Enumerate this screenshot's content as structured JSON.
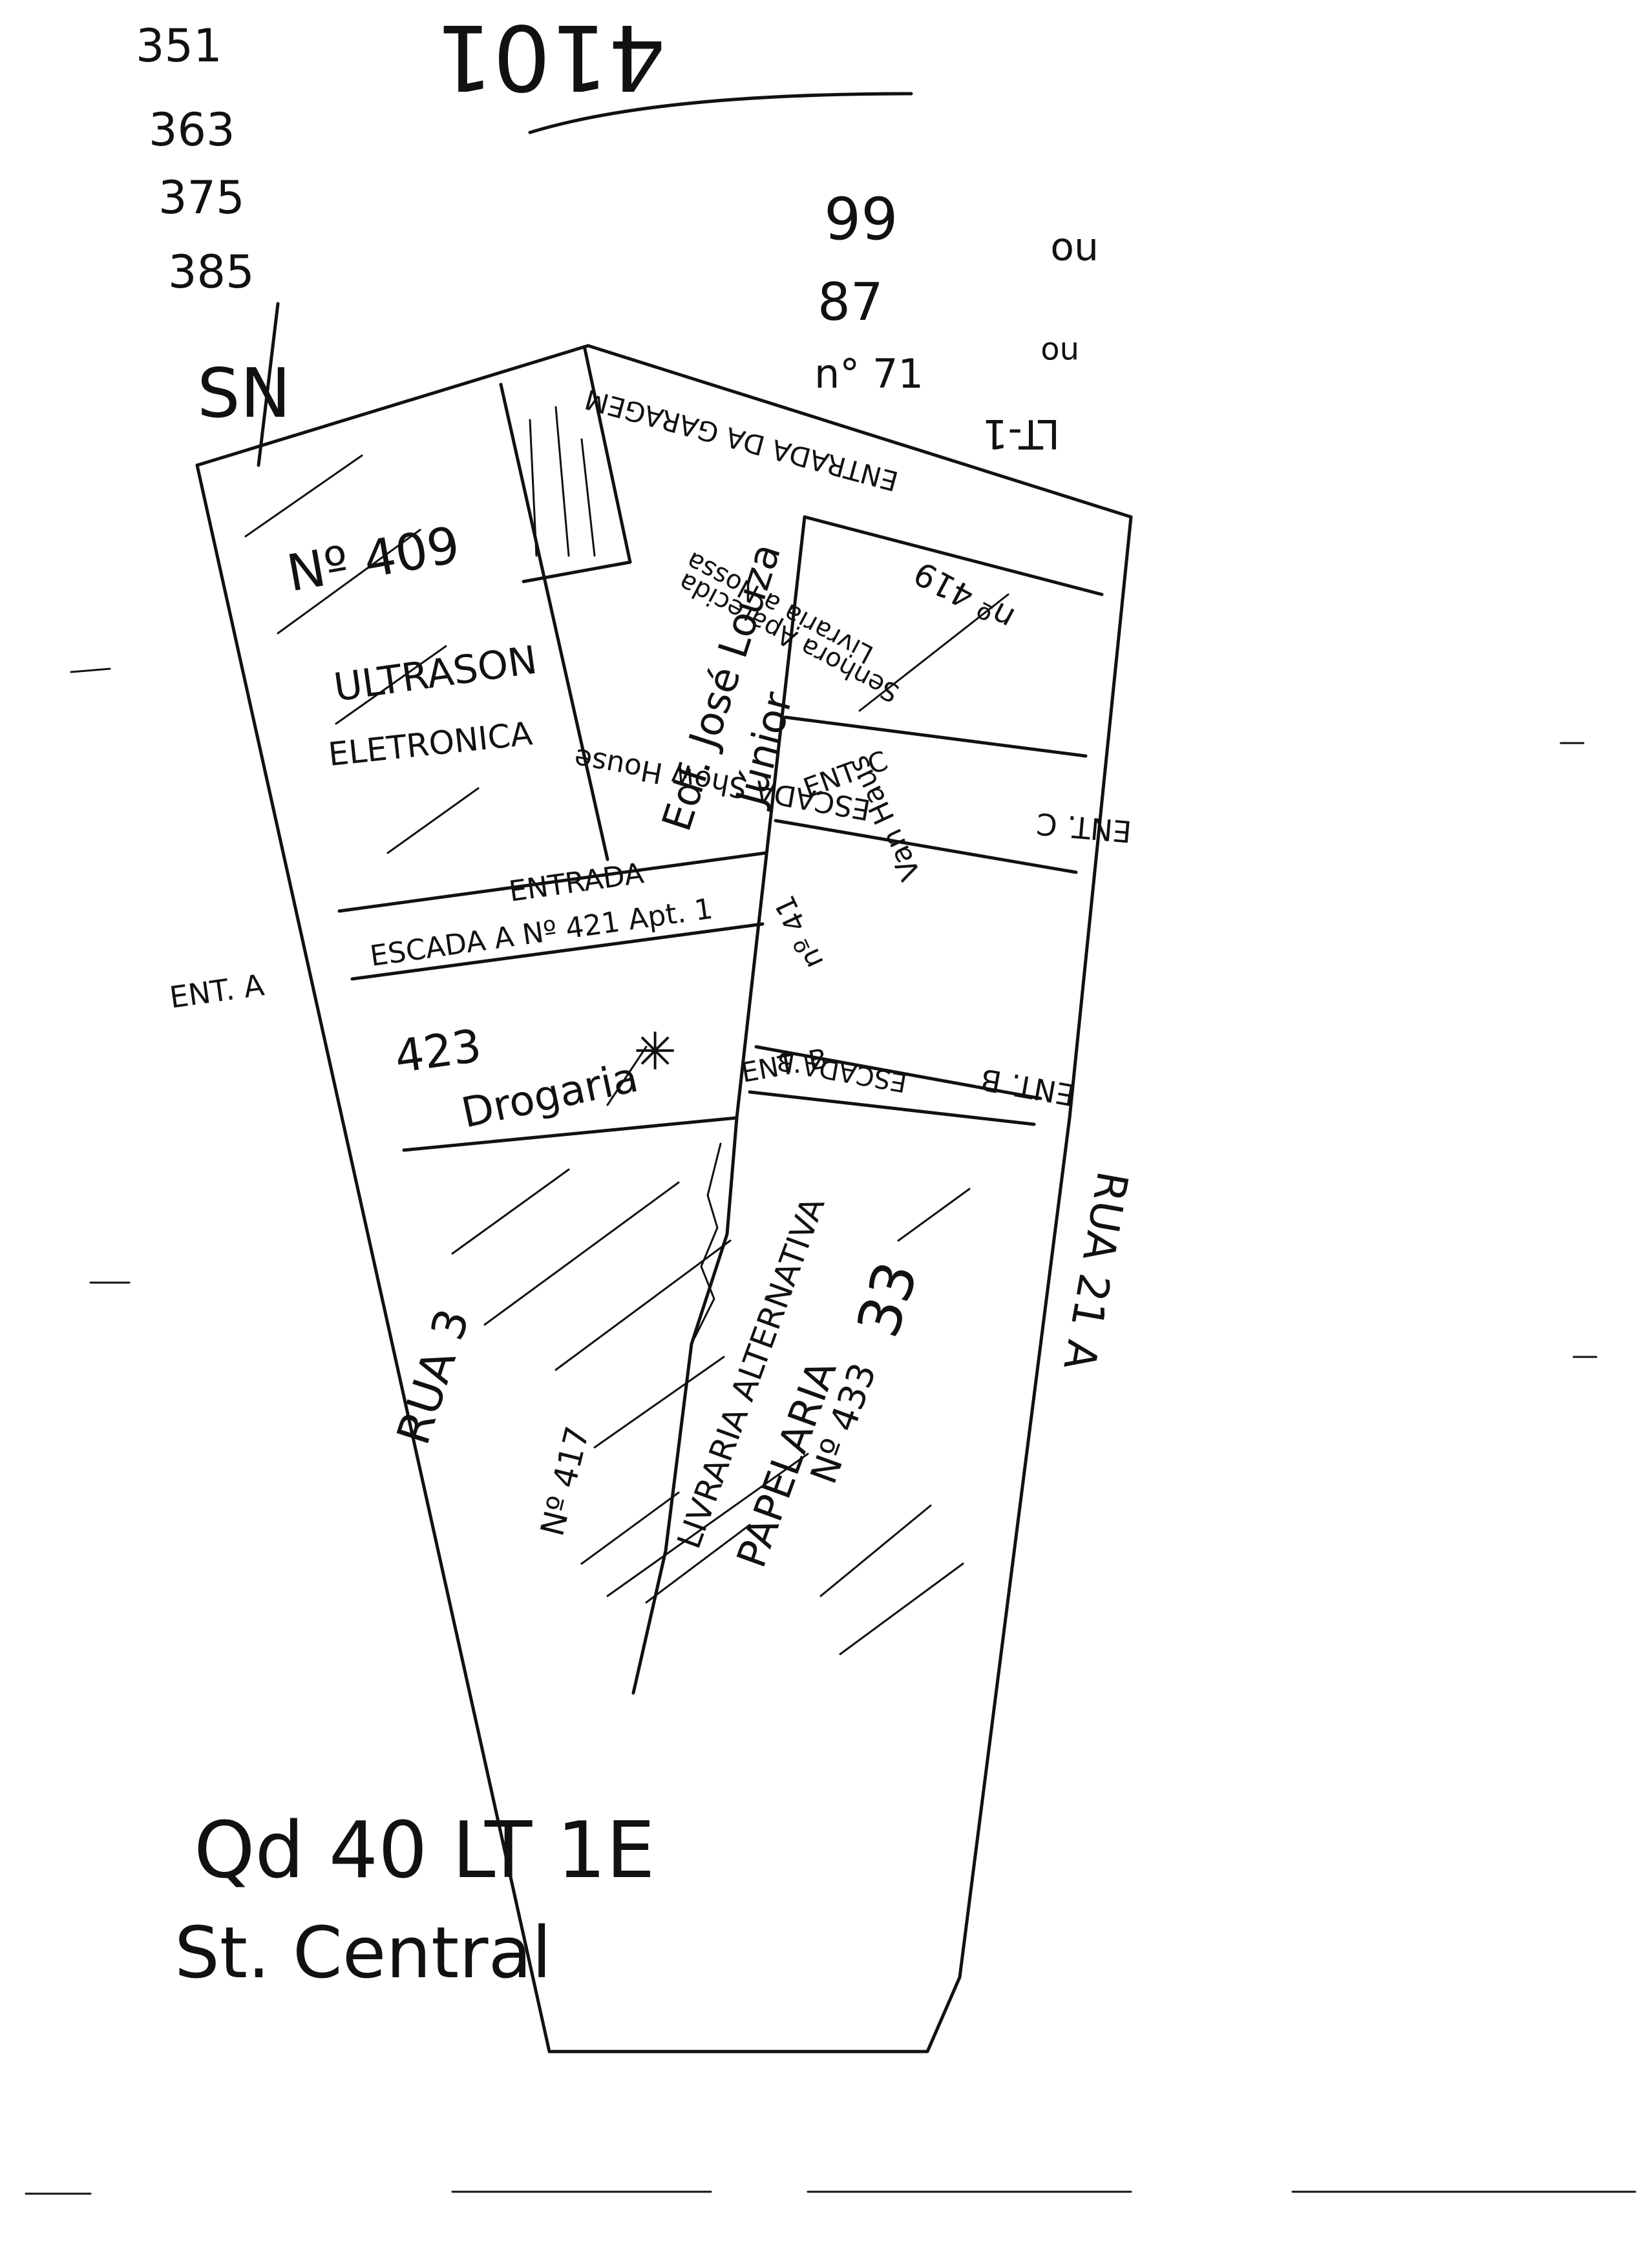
{
  "header": {
    "lot_numbers": [
      "351",
      "363",
      "375",
      "385"
    ],
    "compass": "SN",
    "top_number": "4101",
    "top_right_numbers": [
      "99",
      "87",
      "n° 71"
    ],
    "top_right_labels": [
      "no",
      "no",
      "LT-1"
    ]
  },
  "units": {
    "unit_409_number": "Nº 409",
    "unit_409_name_1": "ULTRASON",
    "unit_409_name_2": "ELETRONICA",
    "building_name_1": "Edf. José Louza",
    "building_name_2": "Júnior",
    "stair_a_entrance": "ENTRADA",
    "stair_a": "ESCADA A Nº 421 Apt. 1",
    "unit_423_number": "423",
    "unit_423_name": "Drogaria",
    "unit_417_number": "Nº 417",
    "unit_417_name_1": "LIVRARIA ALTERNATIVA",
    "unit_417_name_2": "PAPELARIA",
    "unit_417_name_3": "Nº 433",
    "unit_417_alt_number": "33",
    "garage_label": "ENTRADA DA GARAGEM",
    "right_shop_1": "Livraria a Nossa",
    "right_shop_2": "Senhora Aparecida",
    "right_shop_3": "nº 419",
    "ent_c": "ENT. C",
    "stair_c": "ESCADA Show House",
    "van_haus_1": "Van Haus",
    "van_haus_2": "nº 41",
    "ent_b": "ENT. B",
    "stair_b": "ESCADA B"
  },
  "margins": {
    "ent_a": "ENT. A",
    "ent_c_outer": "ENT. C",
    "ent_b_outer": "ENT. B",
    "street_left": "RUA 3",
    "street_right": "RUA 21 A"
  },
  "footer": {
    "line1": "Qd 40 LT 1E",
    "line2": "St. Central"
  }
}
